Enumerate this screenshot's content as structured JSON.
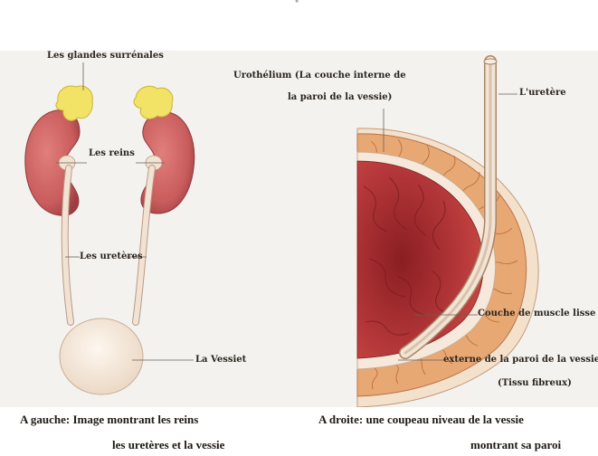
{
  "header": {
    "page_marker": "\""
  },
  "left_figure": {
    "labels": {
      "adrenal_glands": "Les glandes surrénales",
      "kidneys": "Les reins",
      "ureters": "Les uretères",
      "bladder": "La Vessiet"
    },
    "colors": {
      "kidney": "#c95c5c",
      "adrenal": "#f2e266",
      "ureter": "#f1e2d4",
      "bladder": "#f6eadc"
    }
  },
  "right_figure": {
    "labels": {
      "urothelium_line1": "Urothélium (La couche interne de",
      "urothelium_line2": "la paroi de la vessie)",
      "ureter": "L'uretère",
      "muscle_layer": "Couche de muscle lisse",
      "outer_line1": "externe de la paroi de la vessie",
      "outer_line2": "(Tissu fibreux)"
    },
    "colors": {
      "muscle": "#e8a874",
      "interior": "#b6383a",
      "lining": "#f6e8da"
    }
  },
  "captions": {
    "left_line1": "A gauche: Image montrant les reins",
    "left_line2": "les uretères et la vessie",
    "right_line1": "A droite: une coupeau niveau de la vessie",
    "right_line2": "montrant sa paroi"
  }
}
